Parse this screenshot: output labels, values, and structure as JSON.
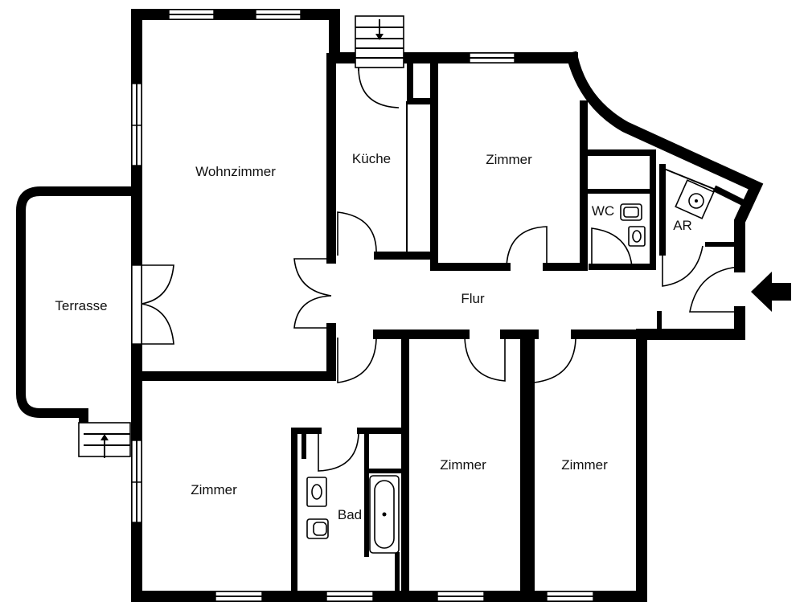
{
  "plan": {
    "rooms": {
      "wohnzimmer": "Wohnzimmer",
      "kueche": "Küche",
      "zimmer_top": "Zimmer",
      "wc": "WC",
      "ar": "AR",
      "terrasse": "Terrasse",
      "flur": "Flur",
      "zimmer_left": "Zimmer",
      "bad": "Bad",
      "zimmer_mid": "Zimmer",
      "zimmer_right": "Zimmer"
    },
    "icons": {
      "entrance": "entrance-arrow-icon",
      "stairs": "stairs-icon"
    },
    "colors": {
      "wall": "#000000",
      "background": "#ffffff"
    }
  }
}
